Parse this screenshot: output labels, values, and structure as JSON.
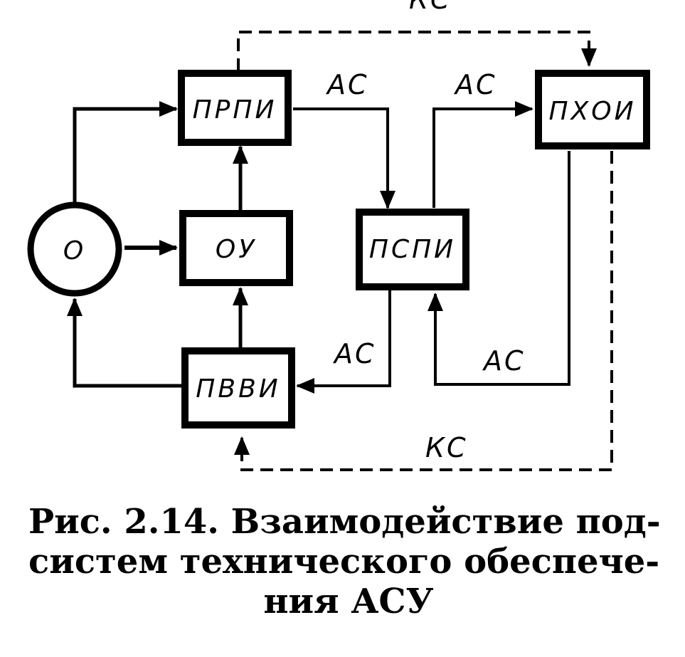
{
  "blocks": {
    "o": "О",
    "prpi": "ПРПИ",
    "ou": "ОУ",
    "pspi": "ПСПИ",
    "pxoi": "ПХОИ",
    "pvvi": "ПВВИ"
  },
  "connection_labels": {
    "ks_top": "КС",
    "as_prpi_pspi": "АС",
    "as_pspi_pxoi": "АС",
    "as_pspi_pvvi": "АС",
    "as_pxoi_pspi": "АС",
    "ks_bottom": "КС"
  },
  "caption": {
    "line1": "Рис. 2.14. Взаимодействие под-",
    "line2": "систем технического обеспече-",
    "line3": "ния АСУ"
  }
}
